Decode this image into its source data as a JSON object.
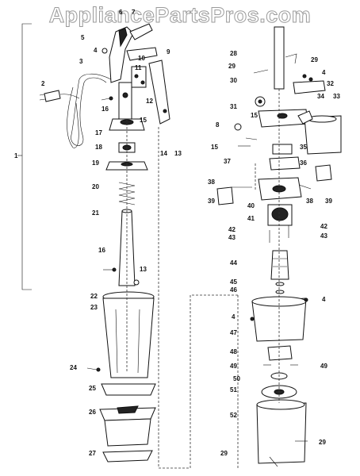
{
  "watermark": "AppliancePartsPros.com",
  "callouts": [
    {
      "n": "1"
    },
    {
      "n": "2"
    },
    {
      "n": "3"
    },
    {
      "n": "4"
    },
    {
      "n": "5"
    },
    {
      "n": "6"
    },
    {
      "n": "7"
    },
    {
      "n": "10"
    },
    {
      "n": "9"
    },
    {
      "n": "16"
    },
    {
      "n": "11"
    },
    {
      "n": "12"
    },
    {
      "n": "15"
    },
    {
      "n": "17"
    },
    {
      "n": "18"
    },
    {
      "n": "19"
    },
    {
      "n": "20"
    },
    {
      "n": "21"
    },
    {
      "n": "16"
    },
    {
      "n": "13"
    },
    {
      "n": "22"
    },
    {
      "n": "23"
    },
    {
      "n": "24"
    },
    {
      "n": "25"
    },
    {
      "n": "26"
    },
    {
      "n": "27"
    },
    {
      "n": "14"
    },
    {
      "n": "13"
    },
    {
      "n": "28"
    },
    {
      "n": "29"
    },
    {
      "n": "29"
    },
    {
      "n": "4"
    },
    {
      "n": "30"
    },
    {
      "n": "32"
    },
    {
      "n": "31"
    },
    {
      "n": "34"
    },
    {
      "n": "33"
    },
    {
      "n": "8"
    },
    {
      "n": "15"
    },
    {
      "n": "15"
    },
    {
      "n": "35"
    },
    {
      "n": "37"
    },
    {
      "n": "36"
    },
    {
      "n": "38"
    },
    {
      "n": "39"
    },
    {
      "n": "40"
    },
    {
      "n": "38"
    },
    {
      "n": "39"
    },
    {
      "n": "41"
    },
    {
      "n": "42"
    },
    {
      "n": "42"
    },
    {
      "n": "43"
    },
    {
      "n": "43"
    },
    {
      "n": "44"
    },
    {
      "n": "45"
    },
    {
      "n": "46"
    },
    {
      "n": "4"
    },
    {
      "n": "4"
    },
    {
      "n": "47"
    },
    {
      "n": "48"
    },
    {
      "n": "49"
    },
    {
      "n": "49"
    },
    {
      "n": "50"
    },
    {
      "n": "51"
    },
    {
      "n": "52"
    },
    {
      "n": "29"
    },
    {
      "n": "29"
    }
  ]
}
